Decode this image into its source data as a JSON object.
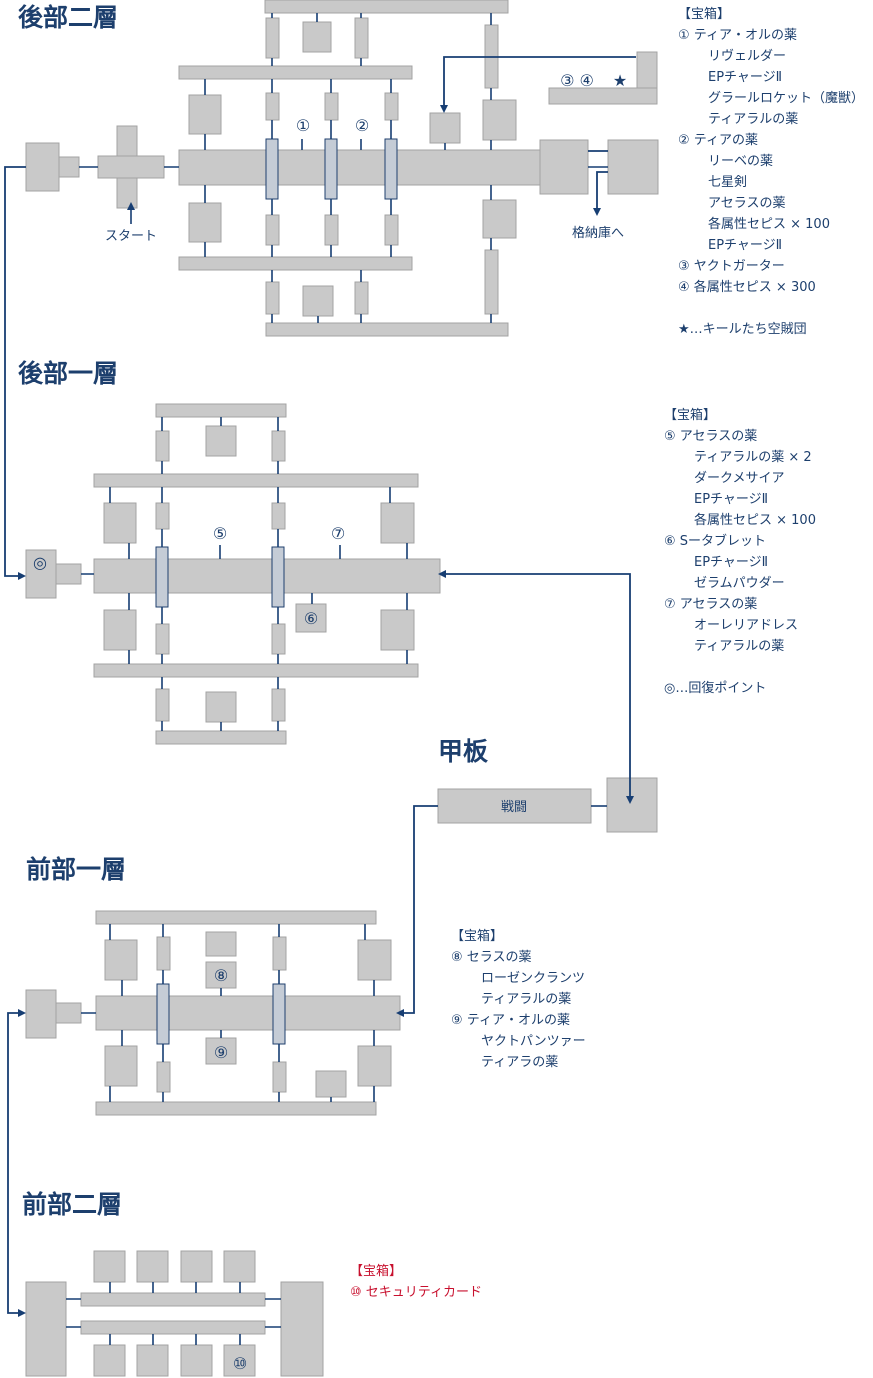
{
  "colors": {
    "room_fill": "#c9c9c9",
    "line": "#173e73",
    "text": "#1d3f6d",
    "red_text": "#c8102e"
  },
  "floors": {
    "rear2": {
      "title": "後部二層"
    },
    "rear1": {
      "title": "後部一層"
    },
    "deck": {
      "title": "甲板"
    },
    "front1": {
      "title": "前部一層"
    },
    "front2": {
      "title": "前部二層"
    }
  },
  "labels": {
    "start": "スタート",
    "storage": "格納庫へ",
    "battle": "戦闘",
    "recovery_symbol": "◎",
    "rear2_top_markers": "③ ④",
    "star": "★"
  },
  "markers": [
    "①",
    "②",
    "③",
    "④",
    "⑤",
    "⑥",
    "⑦",
    "⑧",
    "⑨",
    "⑩"
  ],
  "legend_rear2": {
    "title": "【宝箱】",
    "lines": [
      {
        "text": "① ティア・オルの薬",
        "sub": false
      },
      {
        "text": "リヴェルダー",
        "sub": true
      },
      {
        "text": "EPチャージⅡ",
        "sub": true
      },
      {
        "text": "グラールロケット（魔獣）",
        "sub": true
      },
      {
        "text": "ティアラルの薬",
        "sub": true
      },
      {
        "text": "② ティアの薬",
        "sub": false
      },
      {
        "text": "リーベの薬",
        "sub": true
      },
      {
        "text": "七星剣",
        "sub": true
      },
      {
        "text": "アセラスの薬",
        "sub": true
      },
      {
        "text": "各属性セピス × 100",
        "sub": true
      },
      {
        "text": "EPチャージⅡ",
        "sub": true
      },
      {
        "text": "③ ヤクトガーター",
        "sub": false
      },
      {
        "text": "④ 各属性セピス × 300",
        "sub": false
      }
    ],
    "note": "★…キールたち空賊団"
  },
  "legend_rear1": {
    "title": "【宝箱】",
    "lines": [
      {
        "text": "⑤ アセラスの薬",
        "sub": false
      },
      {
        "text": "ティアラルの薬 × 2",
        "sub": true
      },
      {
        "text": "ダークメサイア",
        "sub": true
      },
      {
        "text": "EPチャージⅡ",
        "sub": true
      },
      {
        "text": "各属性セピス × 100",
        "sub": true
      },
      {
        "text": "⑥ Sータブレット",
        "sub": false
      },
      {
        "text": "EPチャージⅡ",
        "sub": true
      },
      {
        "text": "ゼラムパウダー",
        "sub": true
      },
      {
        "text": "⑦ アセラスの薬",
        "sub": false
      },
      {
        "text": "オーレリアドレス",
        "sub": true
      },
      {
        "text": "ティアラルの薬",
        "sub": true
      }
    ],
    "note": "◎…回復ポイント"
  },
  "legend_front1": {
    "title": "【宝箱】",
    "lines": [
      {
        "text": "⑧ セラスの薬",
        "sub": false
      },
      {
        "text": "ローゼンクランツ",
        "sub": true
      },
      {
        "text": "ティアラルの薬",
        "sub": true
      },
      {
        "text": "⑨ ティア・オルの薬",
        "sub": false
      },
      {
        "text": "ヤクトパンツァー",
        "sub": true
      },
      {
        "text": "ティアラの薬",
        "sub": true
      }
    ]
  },
  "legend_front2": {
    "title": "【宝箱】",
    "lines": [
      {
        "text": "⑩ セキュリティカード",
        "sub": false
      }
    ]
  }
}
